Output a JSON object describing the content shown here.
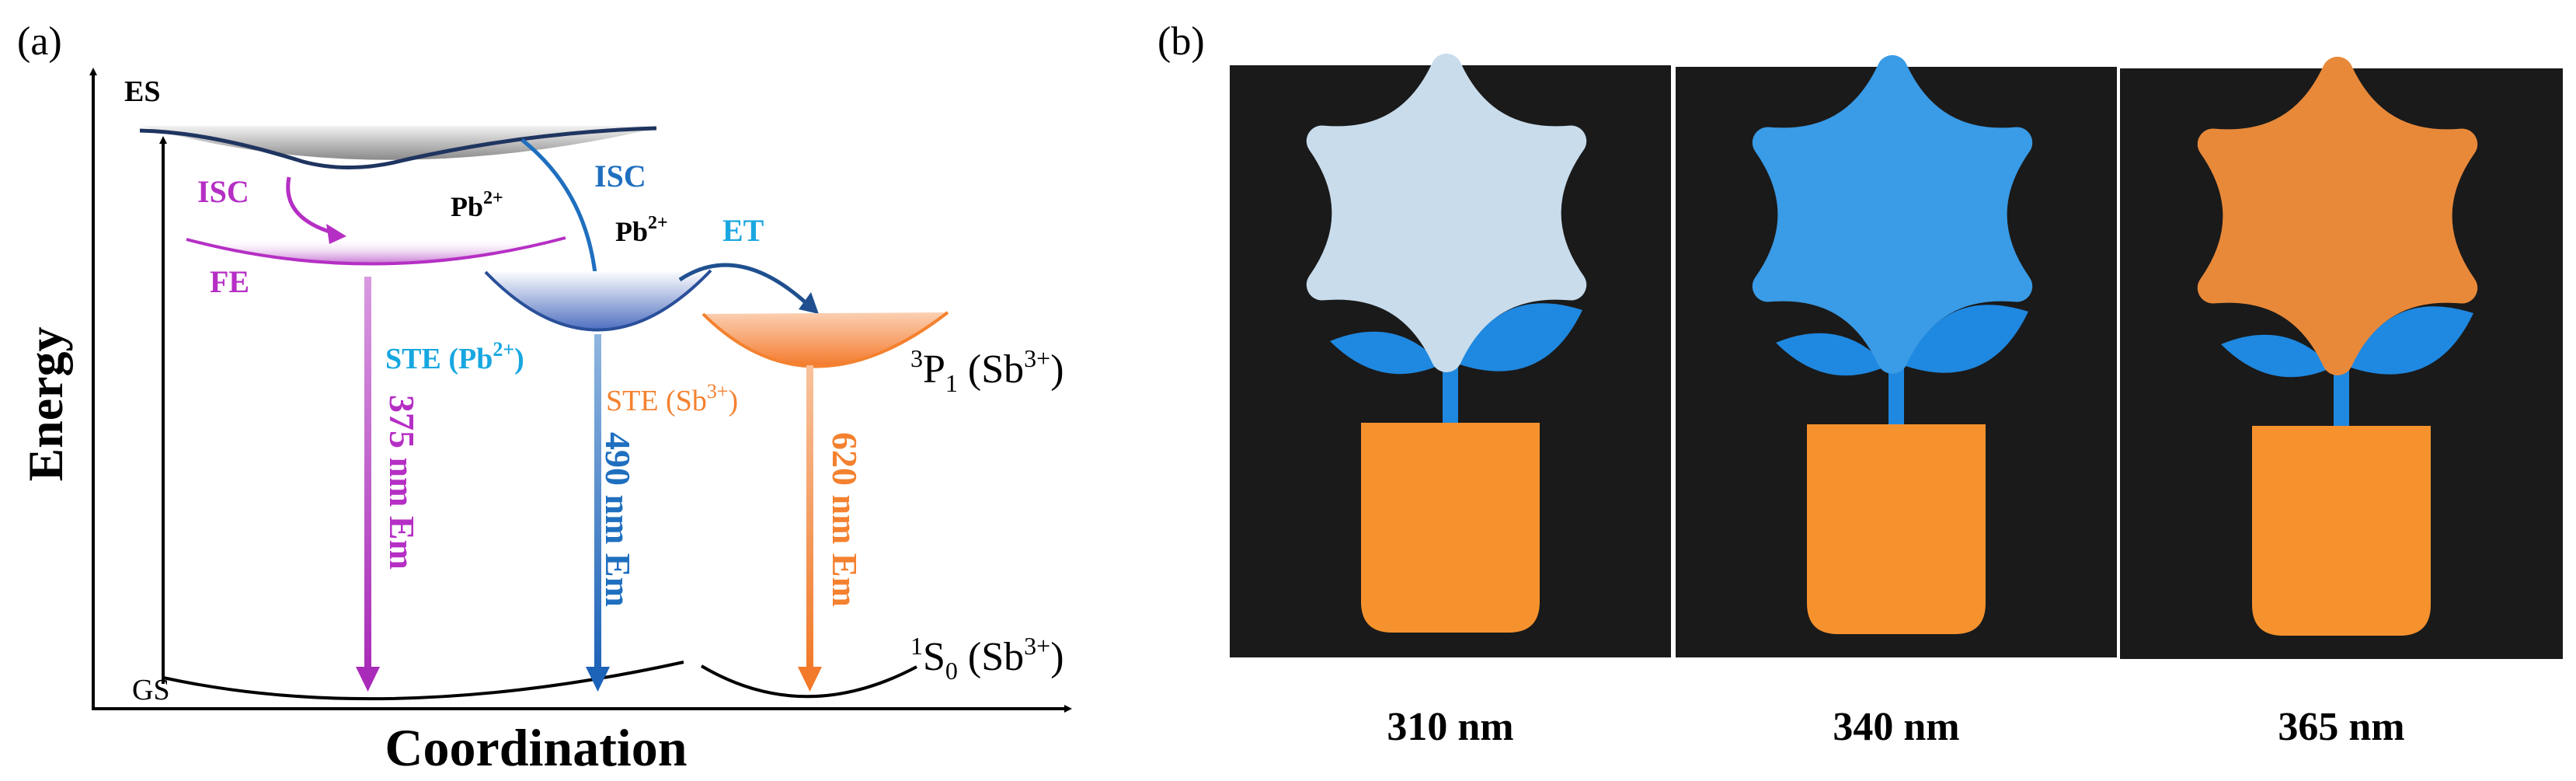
{
  "panel_a": {
    "label": "(a)",
    "y_axis_label": "Energy",
    "x_axis_label": "Coordination",
    "es_label": "ES",
    "gs_label": "GS",
    "isc_label_1": "ISC",
    "isc_label_2": "ISC",
    "fe_label": "FE",
    "et_label": "ET",
    "pb_label_1": {
      "base": "Pb",
      "sup": "2+"
    },
    "pb_label_2": {
      "base": "Pb",
      "sup": "2+"
    },
    "ste_pb": {
      "base": "STE (Pb",
      "sup": "2+",
      "tail": ")"
    },
    "ste_sb": {
      "base": "STE (Sb",
      "sup": "3+",
      "tail": ")"
    },
    "p1_label": {
      "pre_sup": "3",
      "base": "P",
      "sub": "1",
      "mid": " (Sb",
      "sup": "3+",
      "tail": ")"
    },
    "s0_label": {
      "pre_sup": "1",
      "base": "S",
      "sub": "0",
      "mid": " (Sb",
      "sup": "3+",
      "tail": ")"
    },
    "emissions": [
      "375 nm Em",
      "490 nm Em",
      "620 nm Em"
    ],
    "colors": {
      "fe": "#b52fc4",
      "pb": "#1f6fbf",
      "ste_pb": "#17a7e0",
      "sb": "#f4812f",
      "et": "#1aa7e0"
    }
  },
  "panel_b": {
    "label": "(b)",
    "excitations": [
      "310 nm",
      "340 nm",
      "365 nm"
    ],
    "flower_colors": [
      "#c8dcec",
      "#3a9be6",
      "#e8893a"
    ],
    "leaf_color": "#1f88e0",
    "pot_color": "#f6922e",
    "background": "#1a1a1a"
  }
}
